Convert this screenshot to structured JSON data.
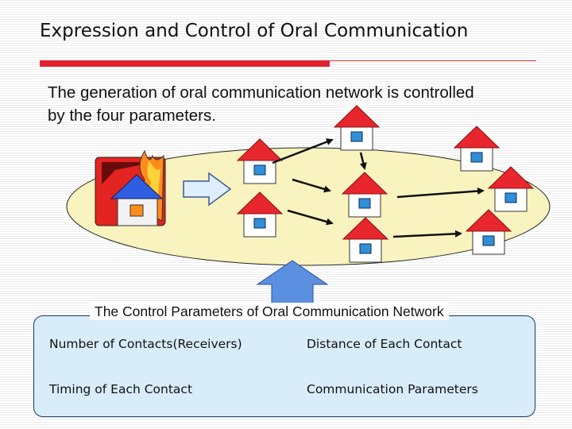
{
  "title": "Expression and Control of Oral Communication",
  "intro": "The generation of oral communication network is controlled by the four parameters.",
  "colors": {
    "accent_red": "#e0232f",
    "ellipse_fill": "#f8f3bf",
    "panel_fill": "#d8ecfa",
    "roof_red": "#e8262e",
    "arrow_blue": "#5b8fe0"
  },
  "control_panel": {
    "label": "The Control Parameters of Oral Communication Network",
    "parameters": [
      "Number of Contacts(Receivers)",
      "Distance of Each Contact",
      "Timing of Each Contact",
      "Communication Parameters"
    ]
  }
}
